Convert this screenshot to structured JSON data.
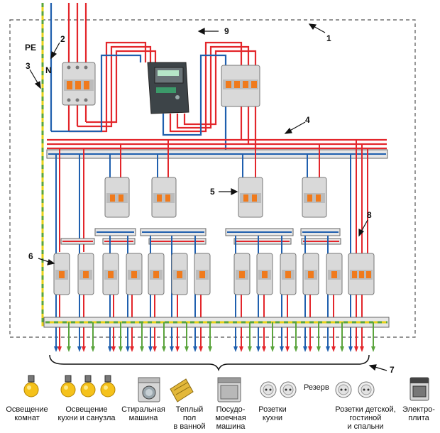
{
  "diagram": {
    "callouts": {
      "pe": "PE",
      "n": "N",
      "c1": "1",
      "c2": "2",
      "c3": "3",
      "c4": "4",
      "c5": "5",
      "c6": "6",
      "c7": "7",
      "c8": "8",
      "c9": "9",
      "reserve": "Резерв"
    },
    "consumers": [
      {
        "lines": [
          "Освещение",
          "комнат"
        ]
      },
      {
        "lines": [
          "Освещение",
          "кухни и санузла"
        ]
      },
      {
        "lines": [
          "Стиральная",
          "машина"
        ]
      },
      {
        "lines": [
          "Теплый",
          "пол",
          "в ванной"
        ]
      },
      {
        "lines": [
          "Посудо-",
          "моечная",
          "машина"
        ]
      },
      {
        "lines": [
          "Розетки",
          "кухни"
        ]
      },
      {
        "lines": [
          "Розетки детской,",
          "гостиной",
          "и спальни"
        ]
      },
      {
        "lines": [
          "Электро-",
          "плита"
        ]
      }
    ],
    "colors": {
      "phase": "#e3262b",
      "neutral": "#1f5fae",
      "pe_yellow": "#e8d21a",
      "pe_green": "#5aa43c",
      "breaker_body": "#d9d9d9",
      "breaker_handle": "#f07a1c",
      "meter_body": "#3d4448",
      "busbar": "#e6e6e6"
    },
    "icons": [
      "bulb-icon",
      "washing-machine-icon",
      "heated-floor-icon",
      "dishwasher-icon",
      "socket-icon",
      "stove-icon"
    ]
  }
}
